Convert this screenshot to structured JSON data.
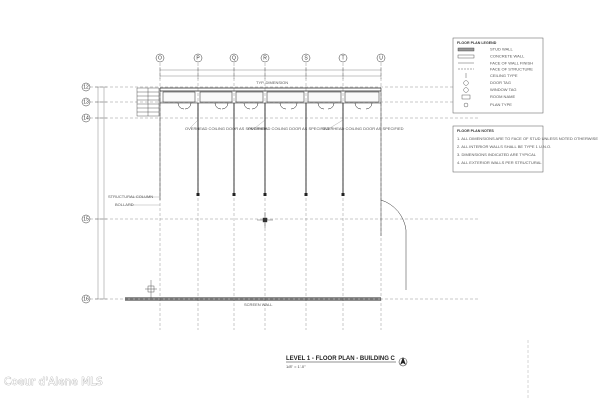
{
  "plan": {
    "title": "LEVEL 1 - FLOOR PLAN - BUILDING C",
    "scale": "1/8\" = 1'-0\"",
    "north_symbol": "north-arrow"
  },
  "grid": {
    "columns": [
      "O",
      "P",
      "Q",
      "R",
      "S",
      "T",
      "U"
    ],
    "rows": [
      "12",
      "13",
      "14",
      "15",
      "16"
    ]
  },
  "annotations": {
    "storefront_note_1": "OVERHEAD COILING DOOR AS SPECIFIED",
    "storefront_note_2": "OVERHEAD COILING DOOR AS SPECIFIED",
    "storefront_note_3": "OVERHEAD COILING DOOR AS SPECIFIED",
    "top_dimension": "TYP. DIMENSION",
    "structural_column": "STRUCTURAL COLUMN",
    "bollard": "BOLLARD",
    "bottom_wall": "SCREEN WALL"
  },
  "legend": {
    "title": "FLOOR PLAN LEGEND",
    "items": [
      "STUD WALL",
      "CONCRETE WALL",
      "FACE OF WALL FINISH",
      "FACE OF STRUCTURE",
      "CEILING TYPE",
      "DOOR TAG",
      "WINDOW TAG",
      "ROOM NAME",
      "PLAN TYPE"
    ]
  },
  "notes": {
    "title": "FLOOR PLAN NOTES",
    "items": [
      "1. ALL DIMENSIONS ARE TO FACE OF STUD UNLESS NOTED OTHERWISE",
      "2. ALL INTERIOR WALLS SHALL BE TYPE 1 U.N.O.",
      "3. DIMENSIONS INDICATED ARE TYPICAL",
      "4. ALL EXTERIOR WALLS PER STRUCTURAL"
    ]
  },
  "watermark": "Coeur d'Alene MLS"
}
